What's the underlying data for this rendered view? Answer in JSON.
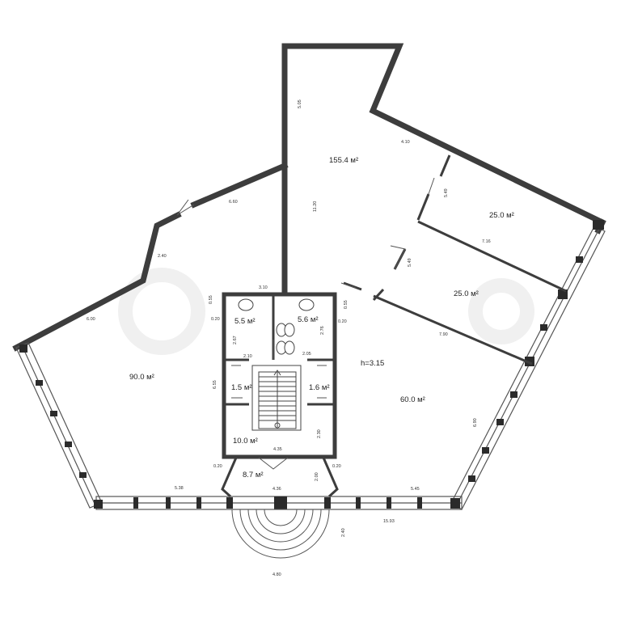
{
  "rooms": {
    "hall_north": "155.4 м²",
    "office_ne_top": "25.0 м²",
    "office_ne_mid": "25.0 м²",
    "hall_west": "90.0 м²",
    "hall_east": "60.0 м²",
    "wc_left": "5.5 м²",
    "wc_right": "5.6 м²",
    "closet_left": "1.5 м²",
    "closet_right": "1.6 м²",
    "lobby": "10.0 м²",
    "vestibule": "8.7 м²"
  },
  "ceiling_height": "h=3.15",
  "dimensions": {
    "d_5_05": "5.05",
    "d_4_10": "4.10",
    "d_11_20": "11.20",
    "d_5_49_a": "5.49",
    "d_5_49_b": "5.49",
    "d_7_16": "7.16",
    "d_6_60": "6.60",
    "d_2_40_left": "2.40",
    "d_6_00": "6.00",
    "d_3_10": "3.10",
    "d_0_55_l": "0.55",
    "d_0_55_r": "0.55",
    "d_0_20_a": "0.20",
    "d_0_20_b": "0.20",
    "d_0_20_c": "0.20",
    "d_0_20_d": "0.20",
    "d_2_67": "2.67",
    "d_2_76": "2.76",
    "d_2_10": "2.10",
    "d_2_05": "2.05",
    "d_6_55": "6.55",
    "d_2_30": "2.30",
    "d_4_35": "4.35",
    "d_7_90": "7.90",
    "d_6_90": "6.90",
    "d_5_38": "5.38",
    "d_4_36": "4.36",
    "d_2_00": "2.00",
    "d_5_45": "5.45",
    "d_15_93": "15.93",
    "d_2_40_porch": "2.40",
    "d_4_80": "4.80"
  }
}
